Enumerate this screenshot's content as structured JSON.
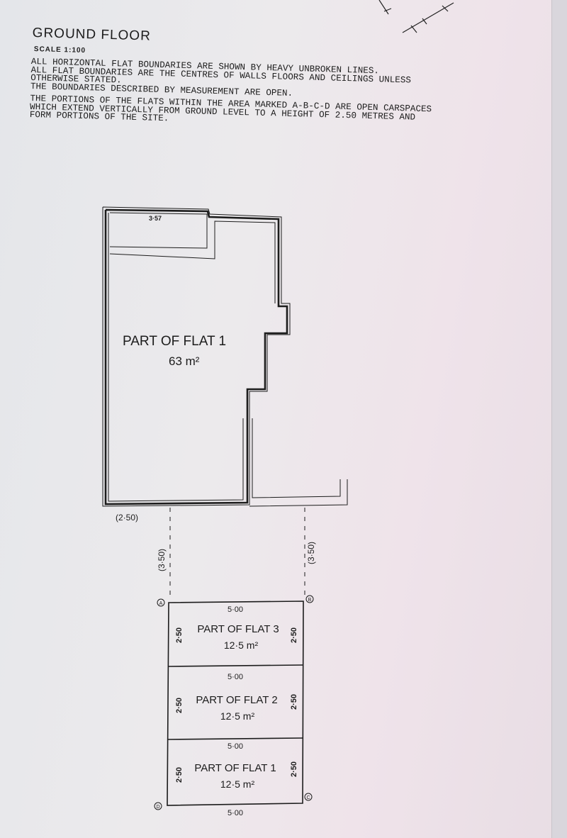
{
  "header": {
    "title": "GROUND FLOOR",
    "scale": "SCALE 1:100",
    "notes": [
      "ALL HORIZONTAL FLAT BOUNDARIES ARE SHOWN BY HEAVY UNBROKEN LINES.\nALL FLAT BOUNDARIES ARE THE CENTRES OF WALLS FLOORS AND CEILINGS UNLESS\nOTHERWISE STATED.\nTHE BOUNDARIES DESCRIBED BY MEASUREMENT ARE OPEN.",
      "THE PORTIONS OF THE FLATS WITHIN THE AREA MARKED A-B-C-D ARE OPEN CARSPACES\nWHICH EXTEND VERTICALLY FROM GROUND LEVEL TO A HEIGHT OF 2.50 METRES AND\nFORM PORTIONS OF THE SITE."
    ]
  },
  "plan": {
    "top_dimension": "3·57",
    "flat1_label": "PART OF FLAT 1",
    "flat1_area": "63 m²",
    "left_offset": "(2·50)",
    "depth_left": "(3·50)",
    "depth_right": "(3·50)",
    "corner_a": "A",
    "corner_b": "B",
    "corner_c": "C",
    "corner_d": "D"
  },
  "carspaces": [
    {
      "top": "5·00",
      "left": "2·50",
      "right": "2·50",
      "label": "PART OF FLAT 3",
      "area": "12·5 m²"
    },
    {
      "top": "5·00",
      "left": "2·50",
      "right": "2·50",
      "label": "PART OF FLAT 2",
      "area": "12·5 m²"
    },
    {
      "top": "5·00",
      "left": "2·50",
      "right": "2·50",
      "label": "PART OF FLAT 1",
      "area": "12·5 m²"
    }
  ],
  "bottom_dimension": "5·00"
}
